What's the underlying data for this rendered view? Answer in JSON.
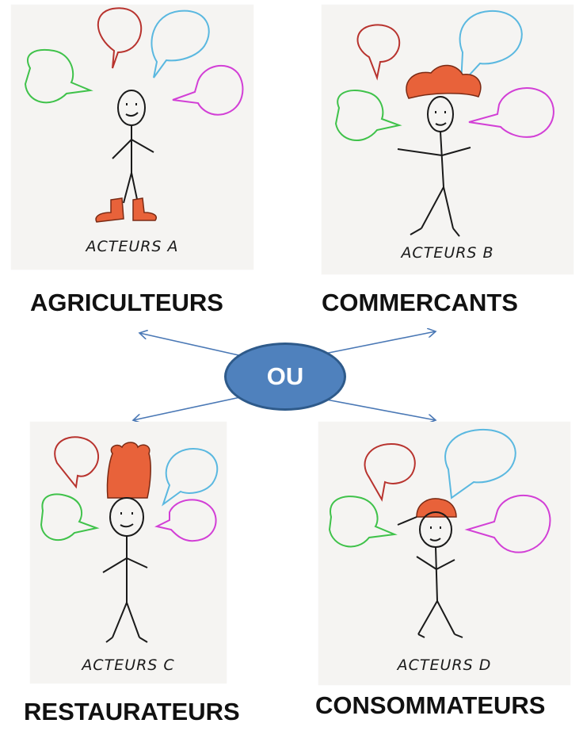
{
  "cards": {
    "a": {
      "caption": "ACTEURS A",
      "role": "AGRICULTEURS"
    },
    "b": {
      "caption": "ACTEURS B",
      "role": "COMMERCANTS"
    },
    "c": {
      "caption": "ACTEURS C",
      "role": "RESTAURATEURS"
    },
    "d": {
      "caption": "ACTEURS D",
      "role": "CONSOMMATEURS"
    }
  },
  "hub": {
    "label": "OU"
  },
  "colors": {
    "hub_fill": "#4f81bd",
    "hub_border": "#2e5a8a",
    "arrow": "#4a78b5",
    "bubble_red": "#b8332e",
    "bubble_blue": "#5ab8e0",
    "bubble_green": "#3fc24a",
    "bubble_magenta": "#d23fd6",
    "hat_orange": "#e8623a"
  }
}
